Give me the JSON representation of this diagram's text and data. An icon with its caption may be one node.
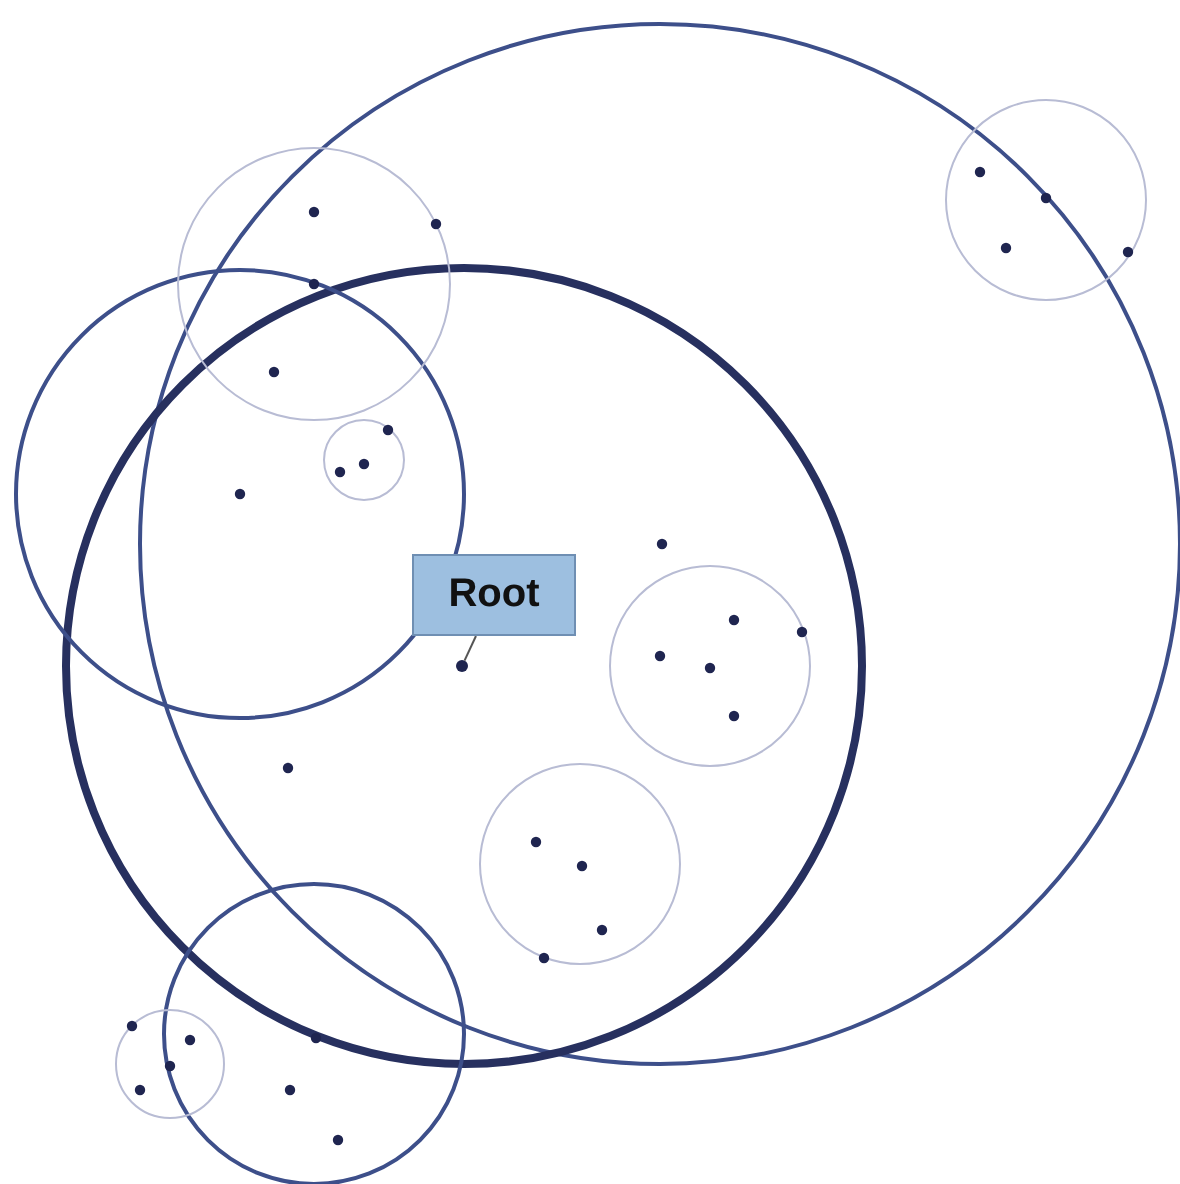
{
  "diagram": {
    "nodes": [
      {
        "text": [
          "Root"
        ]
      },
      {
        "text": [],
        "shape": "circle"
      }
    ],
    "edges": [
      {
        "from": 0,
        "to": 1,
        "arrow": "none"
      }
    ]
  }
}
